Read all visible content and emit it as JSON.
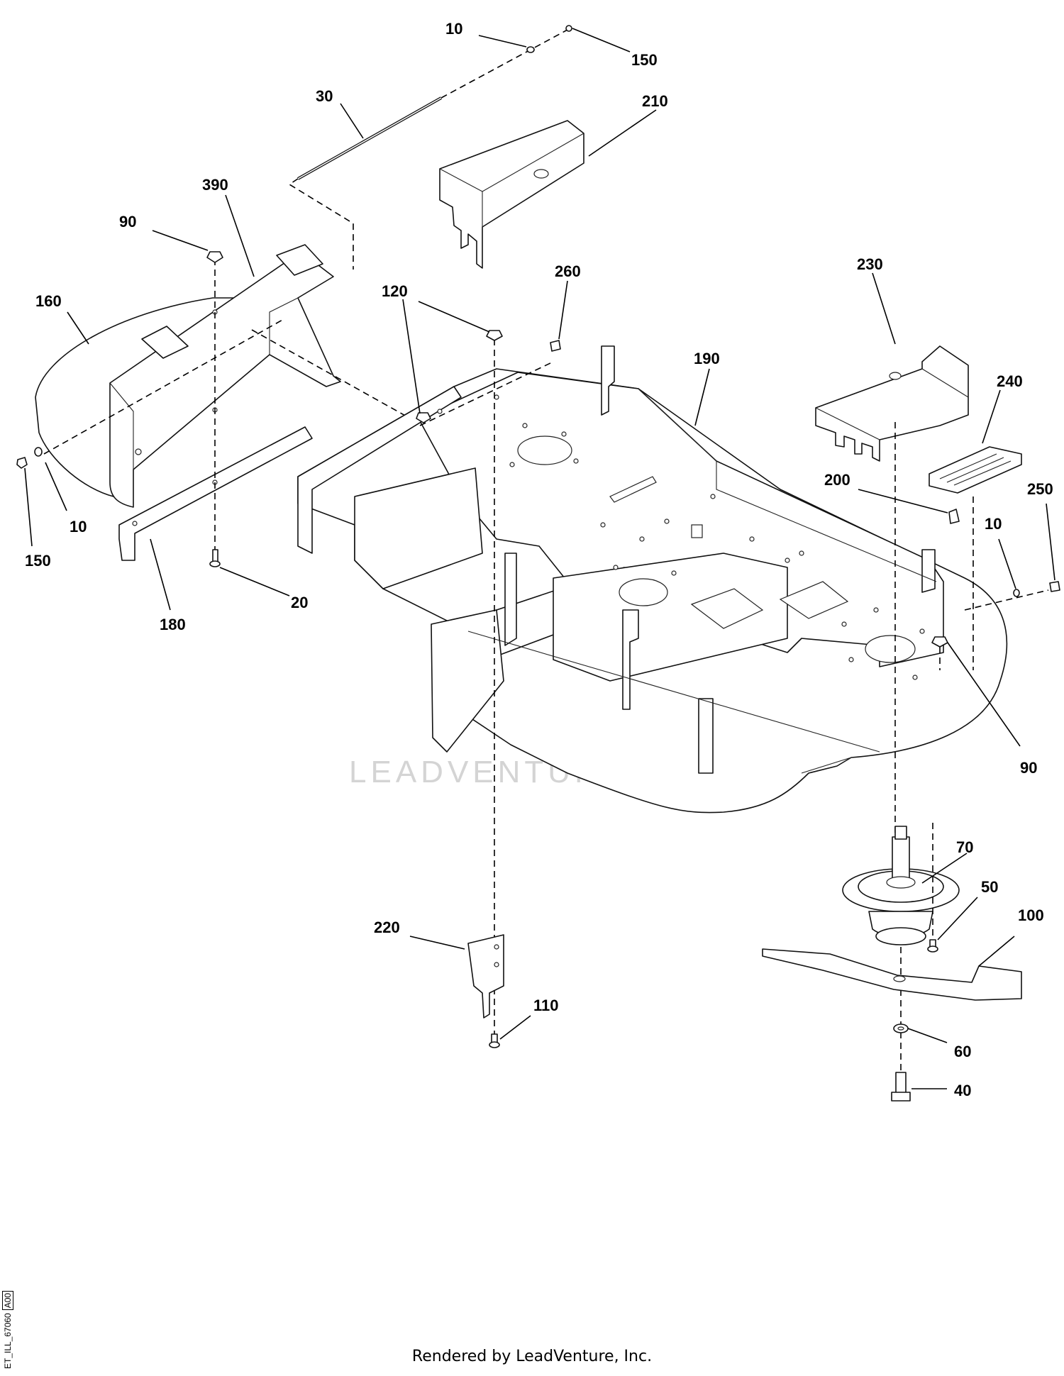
{
  "diagram": {
    "watermark_text": "LEADVENTURE",
    "footer_text": "Rendered by LeadVenture, Inc.",
    "drawing_code": "ET_ILL_67060",
    "revision_code": "A00",
    "callouts": [
      {
        "id": "c-10-top",
        "label": "10"
      },
      {
        "id": "c-150-top",
        "label": "150"
      },
      {
        "id": "c-30",
        "label": "30"
      },
      {
        "id": "c-210",
        "label": "210"
      },
      {
        "id": "c-390",
        "label": "390"
      },
      {
        "id": "c-90-left",
        "label": "90"
      },
      {
        "id": "c-160",
        "label": "160"
      },
      {
        "id": "c-120",
        "label": "120"
      },
      {
        "id": "c-260",
        "label": "260"
      },
      {
        "id": "c-230",
        "label": "230"
      },
      {
        "id": "c-190",
        "label": "190"
      },
      {
        "id": "c-240",
        "label": "240"
      },
      {
        "id": "c-200",
        "label": "200"
      },
      {
        "id": "c-250",
        "label": "250"
      },
      {
        "id": "c-10-right",
        "label": "10"
      },
      {
        "id": "c-10-left",
        "label": "10"
      },
      {
        "id": "c-150-left",
        "label": "150"
      },
      {
        "id": "c-20",
        "label": "20"
      },
      {
        "id": "c-180",
        "label": "180"
      },
      {
        "id": "c-90-right",
        "label": "90"
      },
      {
        "id": "c-70",
        "label": "70"
      },
      {
        "id": "c-50",
        "label": "50"
      },
      {
        "id": "c-100",
        "label": "100"
      },
      {
        "id": "c-220",
        "label": "220"
      },
      {
        "id": "c-110",
        "label": "110"
      },
      {
        "id": "c-60",
        "label": "60"
      },
      {
        "id": "c-40",
        "label": "40"
      }
    ]
  }
}
